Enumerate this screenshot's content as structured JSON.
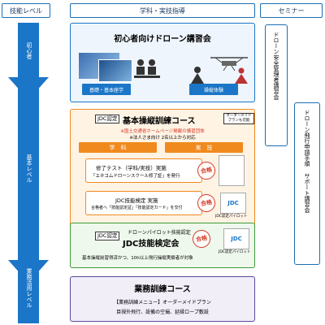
{
  "headers": {
    "skill_level": "技能レベル",
    "course": "学科・実技指導",
    "seminar": "セミナー"
  },
  "levels": {
    "beginner": "初心者",
    "basic": "基本レベル",
    "business": "業務活用レベル"
  },
  "intro": {
    "title": "初心者向けドローン講習会",
    "btn1": "基礎・基本座学",
    "btn2": "操縦体験"
  },
  "basic": {
    "badge": "JDC認定",
    "title": "基本操縦訓練コース",
    "order_label": "オーダーメイド\nプランも可能",
    "note1": "※国土交通省ホームページ掲載の講習団体",
    "note2": "※法人さま向け 2名以上から対応",
    "tab_gakka": "学　科",
    "tab_jitsugi": "実　技",
    "test_title": "修了テスト（学科/実技）実施",
    "test_sub": "「エネコムドローンスクール修了証」を発行",
    "stamp": "合格",
    "jdc_test_title": "JDC技能検定 実施",
    "jdc_test_sub": "合格者へ「技能認定証」「技能認定カード」を交付",
    "card_label": "JDC認定パイロット"
  },
  "jdc": {
    "badge": "JDC認定",
    "kicker": "ドローンパイロット技能認定",
    "title": "JDC技能検定会",
    "desc": "基本操縦前習得済かつ、10h以上飛行操縦実績者が対象",
    "stamp": "合格",
    "card_label": "JDC認定パイロット"
  },
  "business": {
    "title": "業務訓練コース",
    "line1": "【業務訓練メニュー】オーダーメイドプラン",
    "line2": "目視外飛行、設備の空撮、延縁ロープ敷設"
  },
  "seminars": {
    "s1": "ドローン安全管理者講習会",
    "s2": "ドローン飛行申請手順 サポート講習会"
  },
  "colors": {
    "blue": "#1b76c7",
    "orange": "#f08a1e",
    "green": "#3d9b3a",
    "purple": "#5b4a9a",
    "red": "#d63a2a"
  }
}
